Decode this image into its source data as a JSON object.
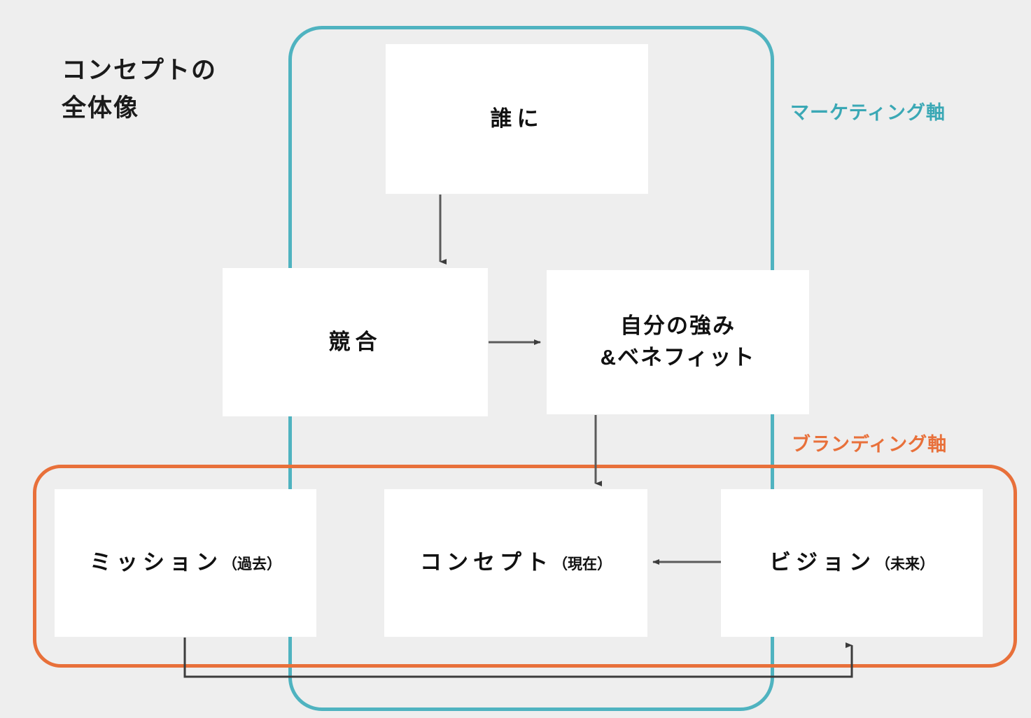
{
  "title": "コンセプトの\n全体像",
  "axes": [
    {
      "id": "marketing",
      "label": "マーケティング軸",
      "color": "#3aa8b5"
    },
    {
      "id": "branding",
      "label": "ブランディング軸",
      "color": "#e8703a"
    }
  ],
  "frames": [
    {
      "id": "marketing-frame",
      "label": "マーケティング軸",
      "color": "#4fb3c0"
    },
    {
      "id": "branding-frame",
      "label": "ブランディング軸",
      "color": "#e8703a"
    }
  ],
  "boxes": {
    "who": {
      "label": "誰に"
    },
    "comp": {
      "label": "競合"
    },
    "strength": {
      "label": "自分の強み\n&ベネフィット"
    },
    "mission": {
      "label": "ミッション",
      "sub": "（過去）"
    },
    "concept": {
      "label": "コンセプト",
      "sub": "（現在）"
    },
    "vision": {
      "label": "ビジョン",
      "sub": "（未来）"
    }
  },
  "connectors": [
    {
      "id": "who-to-comp",
      "from": "誰に",
      "to": "競合",
      "direction": "down"
    },
    {
      "id": "comp-to-strength",
      "from": "競合",
      "to": "自分の強み&ベネフィット",
      "direction": "right"
    },
    {
      "id": "strength-to-concept",
      "from": "自分の強み&ベネフィット",
      "to": "コンセプト",
      "direction": "down"
    },
    {
      "id": "vision-to-concept",
      "from": "ビジョン",
      "to": "コンセプト",
      "direction": "left"
    },
    {
      "id": "mission-to-vision",
      "from": "ミッション",
      "to": "ビジョン",
      "direction": "loop-up"
    }
  ],
  "colors": {
    "background": "#eeeeee",
    "box": "#ffffff",
    "text": "#111111",
    "arrow": "#555555",
    "teal": "#4fb3c0",
    "orange": "#e8703a"
  }
}
